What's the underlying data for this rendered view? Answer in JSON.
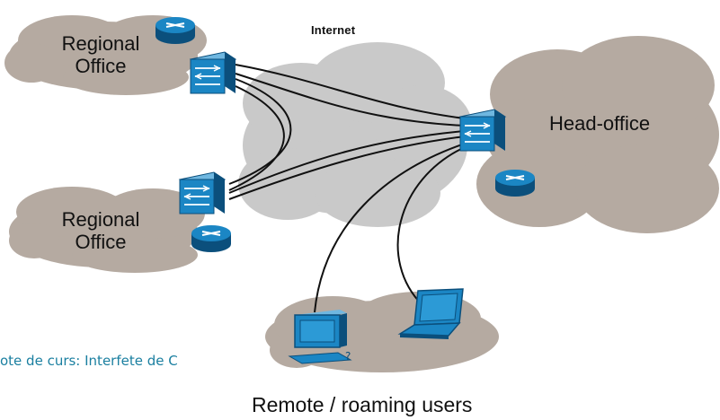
{
  "labels": {
    "internet": "Internet",
    "regional_top_line1": "Regional",
    "regional_top_line2": "Office",
    "regional_bottom_line1": "Regional",
    "regional_bottom_line2": "Office",
    "head_office": "Head-office",
    "remote_users": "Remote / roaming users",
    "overlay_caption": "ote de curs: Interfete de C"
  },
  "colors": {
    "cloud_fill": "#b5aaa1",
    "internet_cloud_fill": "#c9c9c9",
    "device_fill": "#1b86c4",
    "device_stroke": "#0b4f7c",
    "line_color": "#111111",
    "caption_color": "#1a7fa0"
  },
  "icons": [
    "router-icon",
    "firewall-icon",
    "laptop-icon",
    "desktop-computer-icon"
  ]
}
